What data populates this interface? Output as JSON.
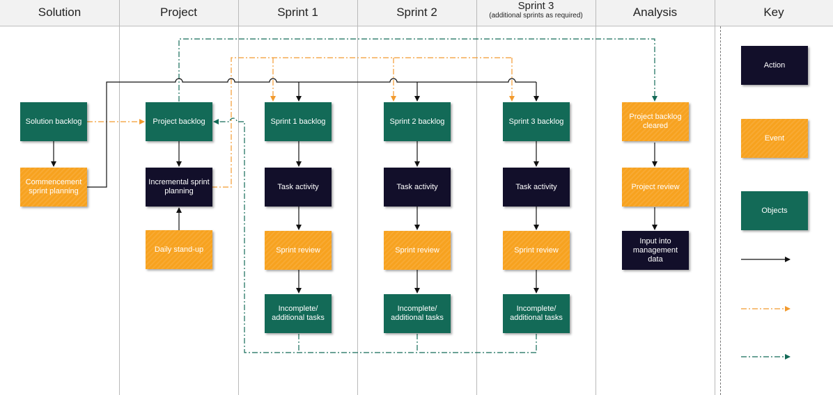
{
  "columns": {
    "solution": "Solution",
    "project": "Project",
    "sprint1": "Sprint 1",
    "sprint2": "Sprint 2",
    "sprint3": "Sprint 3",
    "sprint3_note": "(additional sprints as required)",
    "analysis": "Analysis",
    "key": "Key"
  },
  "nodes": {
    "solution_backlog": "Solution backlog",
    "commencement": "Commencement sprint planning",
    "project_backlog": "Project backlog",
    "incremental_planning": "Incremental sprint planning",
    "daily_standup": "Daily stand-up",
    "s1_backlog": "Sprint 1 backlog",
    "s1_task": "Task activity",
    "s1_review": "Sprint review",
    "s1_incomplete": "Incomplete/ additional tasks",
    "s2_backlog": "Sprint 2 backlog",
    "s2_task": "Task activity",
    "s2_review": "Sprint review",
    "s2_incomplete": "Incomplete/ additional tasks",
    "s3_backlog": "Sprint 3 backlog",
    "s3_task": "Task activity",
    "s3_review": "Sprint review",
    "s3_incomplete": "Incomplete/ additional tasks",
    "backlog_cleared": "Project backlog cleared",
    "project_review": "Project review",
    "input_mgmt": "Input into management data"
  },
  "key": {
    "action": "Action",
    "event": "Event",
    "objects": "Objects"
  },
  "colors": {
    "action": "#120f2a",
    "event": "#f7a21f",
    "object": "#136a57",
    "black_line": "#111111",
    "orange_line": "#f29a2e",
    "green_line": "#136a57"
  }
}
